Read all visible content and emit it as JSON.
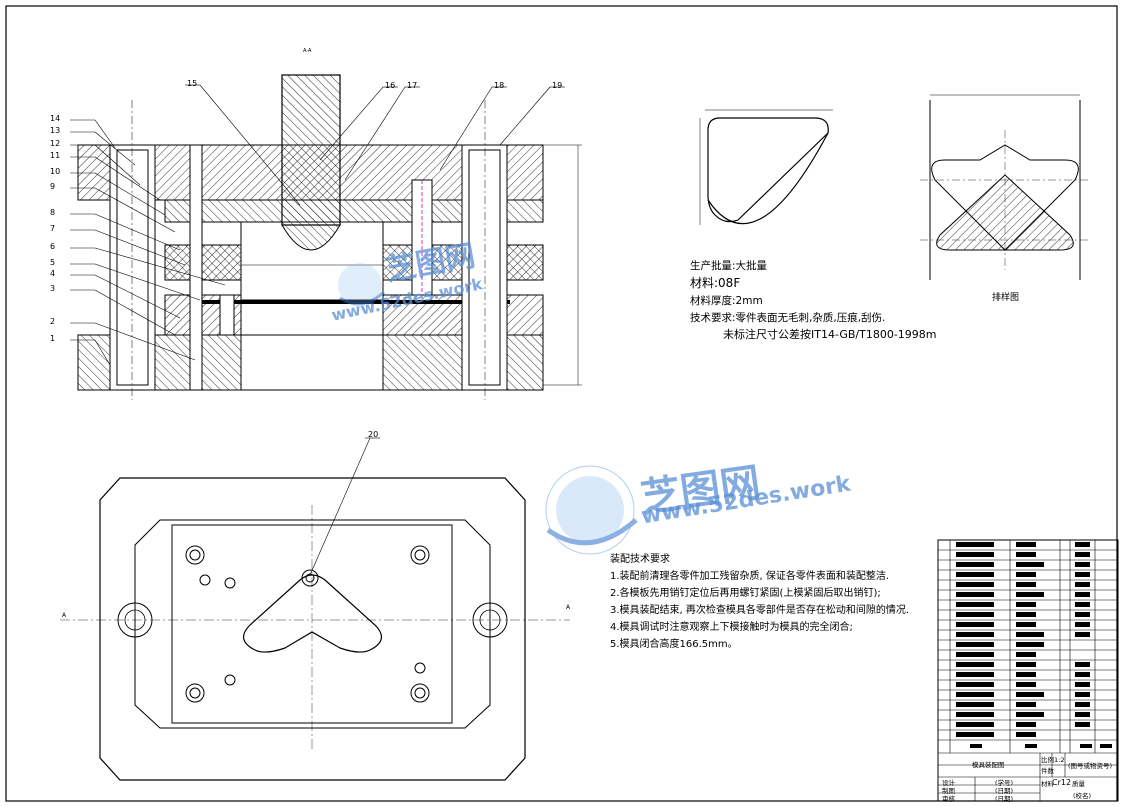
{
  "part_labels": [
    "1",
    "2",
    "3",
    "4",
    "5",
    "6",
    "7",
    "8",
    "9",
    "10",
    "11",
    "12",
    "13",
    "14",
    "15",
    "16",
    "17",
    "18",
    "19",
    "20"
  ],
  "part_info": {
    "batch": "生产批量:大批量",
    "material": "材料:08F",
    "thickness": "材料厚度:2mm",
    "tech_req_1": "技术要求:零件表面无毛刺,杂质,压痕,刮伤.",
    "tech_req_2": "未标注尺寸公差按IT14-GB/T1800-1998m"
  },
  "layout_caption": "排样图",
  "assembly_requirements": {
    "title": "装配技术要求",
    "items": [
      "1.装配前清理各零件加工残留杂质, 保证各零件表面和装配整洁.",
      "2.各模板先用销钉定位后再用螺钉紧固(上模紧固后取出销钉);",
      "3.模具装配结束, 再次检查模具各零部件是否存在松动和间隙的情况.",
      "4.模具调试时注意观察上下模接触时为模具的完全闭合;",
      "5.模具闭合高度166.5mm。"
    ]
  },
  "title_block": {
    "drawing_name": "模具装配图",
    "scale_label": "比例",
    "scale_value": "1:2",
    "qty_label": "件数",
    "material_label": "材料",
    "material_value": "Cr12",
    "drawing_no": "(图号或物资号)",
    "weight_label": "质量",
    "designer_label": "设计",
    "designer_value": "(学号)",
    "drafter_label": "制图",
    "drafter_value": "(日期)",
    "reviewer_label": "审核",
    "reviewer_value": "(日期)",
    "school": "(校名)"
  },
  "watermark": {
    "brand": "芝图网",
    "url": "www.52des.work"
  },
  "section_marks": {
    "a": "A",
    "top": "A-A"
  }
}
